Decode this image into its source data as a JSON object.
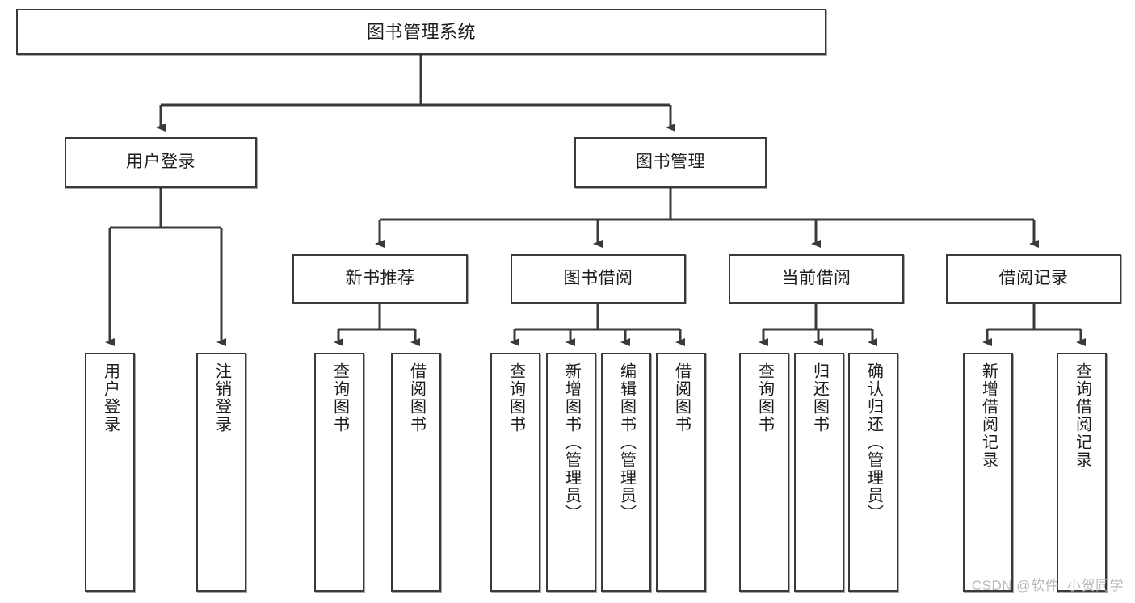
{
  "diagram": {
    "title": "图书管理系统",
    "type": "tree-hierarchy-diagram",
    "watermark": "CSDN @软件_小贺同学",
    "colors": {
      "box_border": "#3a3a3a",
      "box_fill": "#ffffff",
      "connector": "#3a3a3a",
      "text": "#1c1c1c",
      "watermark": "#b9b9b9",
      "background": "#ffffff"
    },
    "nodes": {
      "root": {
        "label": "图书管理系统"
      },
      "level2": [
        {
          "id": "user-login",
          "label": "用户登录"
        },
        {
          "id": "book-management",
          "label": "图书管理"
        }
      ],
      "level3": [
        {
          "id": "new-book-recommend",
          "label": "新书推荐"
        },
        {
          "id": "book-borrow",
          "label": "图书借阅"
        },
        {
          "id": "current-borrow",
          "label": "当前借阅"
        },
        {
          "id": "borrow-record",
          "label": "借阅记录"
        }
      ],
      "leaves": {
        "user_login": [
          {
            "id": "leaf-user-login",
            "label": "用户登录"
          },
          {
            "id": "leaf-logout-login",
            "label": "注销登录"
          }
        ],
        "new_book_recommend": [
          {
            "id": "leaf-query-book-1",
            "label": "查询图书"
          },
          {
            "id": "leaf-borrow-book-1",
            "label": "借阅图书"
          }
        ],
        "book_borrow": [
          {
            "id": "leaf-query-book-2",
            "label": "查询图书"
          },
          {
            "id": "leaf-add-book",
            "label": "新增图书（管理员）"
          },
          {
            "id": "leaf-edit-book",
            "label": "编辑图书（管理员）"
          },
          {
            "id": "leaf-borrow-book-2",
            "label": "借阅图书"
          }
        ],
        "current_borrow": [
          {
            "id": "leaf-query-book-3",
            "label": "查询图书"
          },
          {
            "id": "leaf-return-book",
            "label": "归还图书"
          },
          {
            "id": "leaf-confirm-return",
            "label": "确认归还（管理员）"
          }
        ],
        "borrow_record": [
          {
            "id": "leaf-add-borrow-record",
            "label": "新增借阅记录"
          },
          {
            "id": "leaf-query-borrow-record",
            "label": "查询借阅记录"
          }
        ]
      }
    }
  }
}
